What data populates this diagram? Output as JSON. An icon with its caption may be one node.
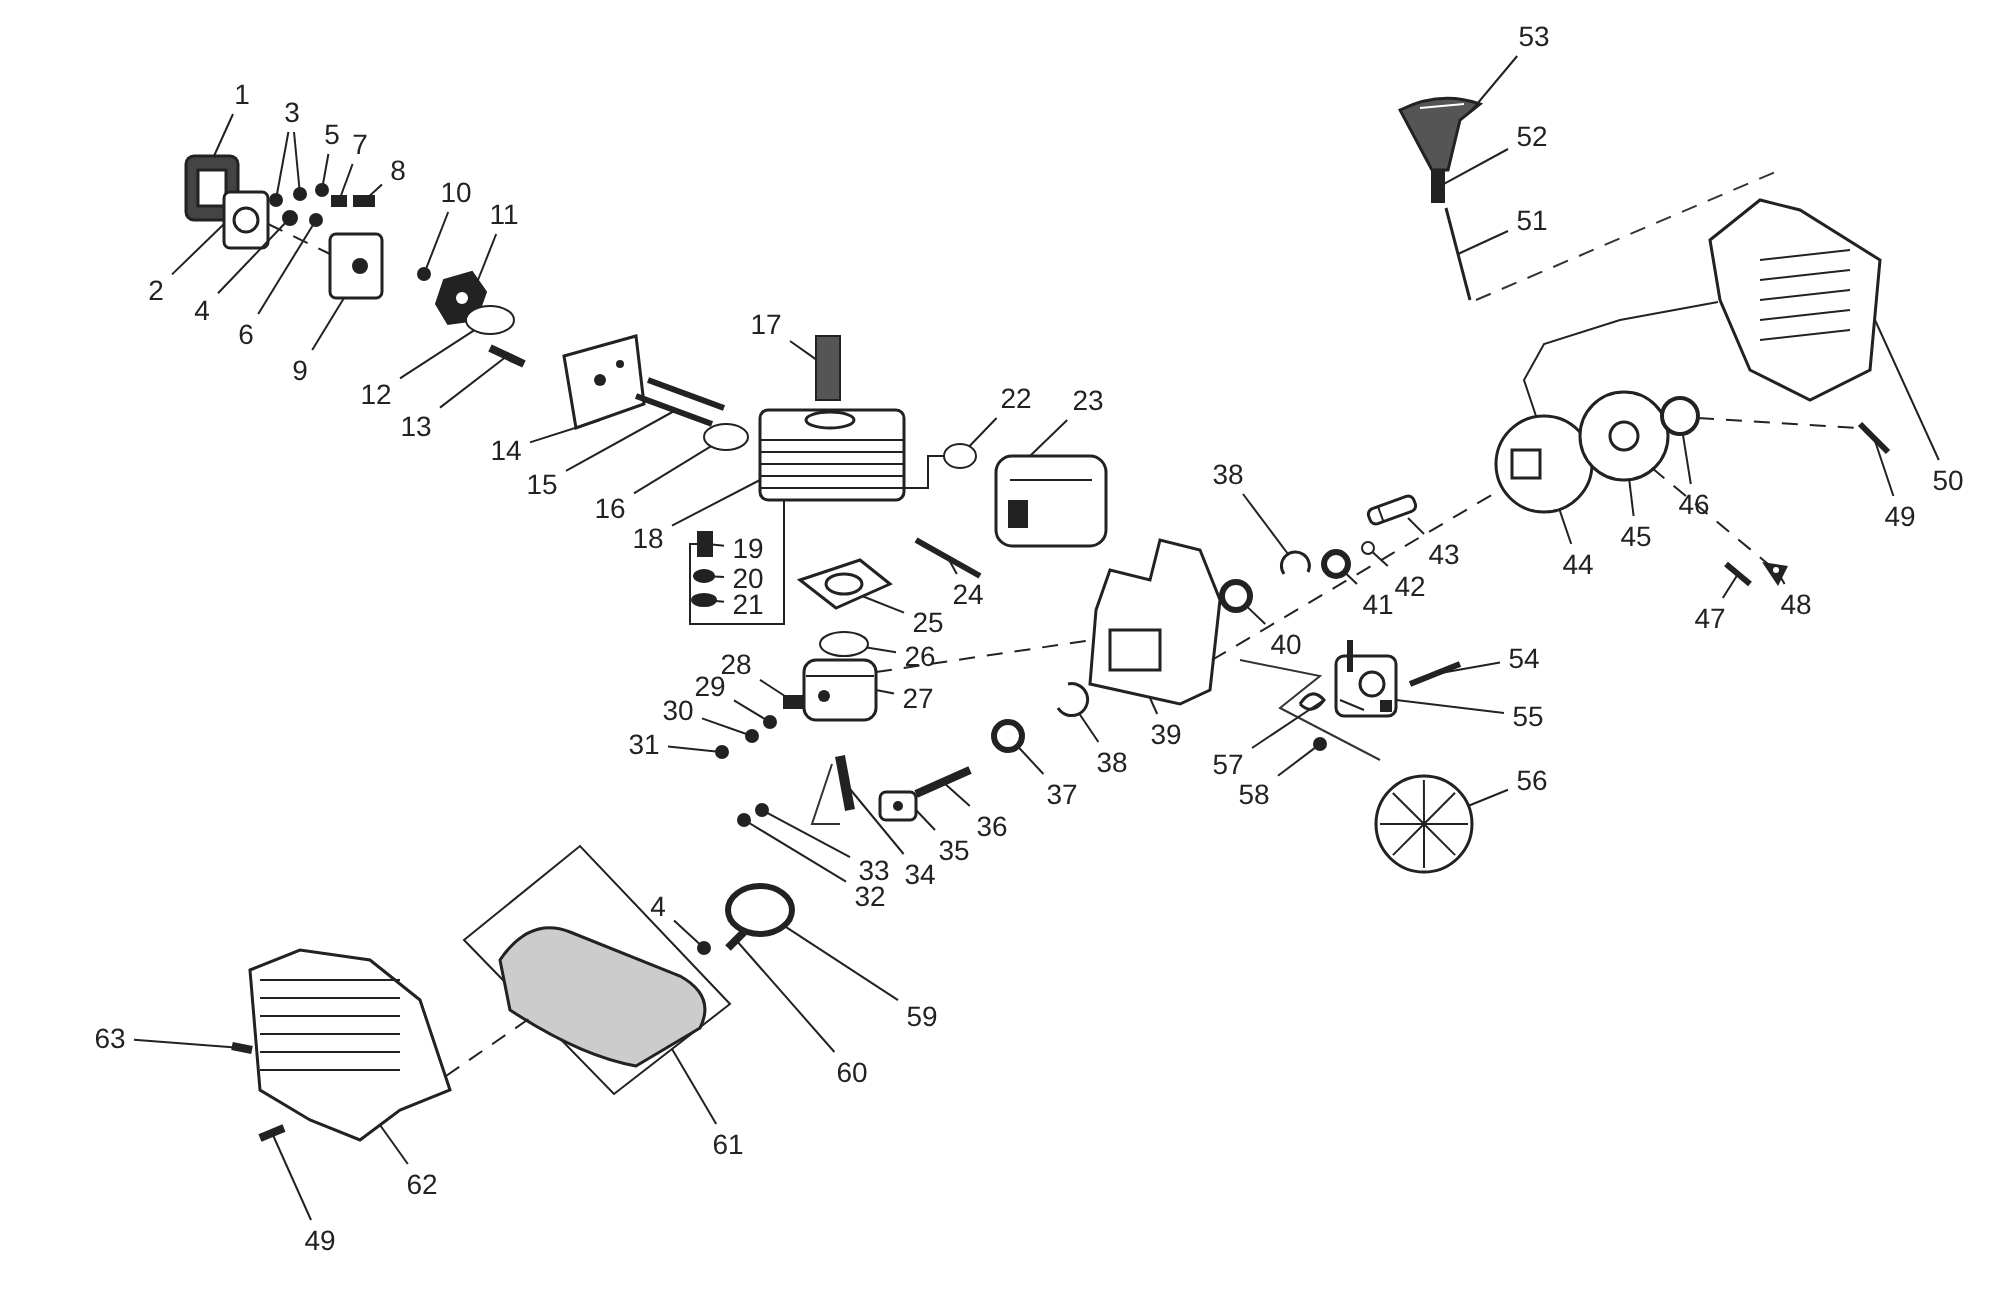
{
  "diagram": {
    "nodes": [
      {
        "text": [
          "1"
        ]
      },
      {
        "text": [
          "2"
        ]
      },
      {
        "text": [
          "3"
        ]
      },
      {
        "text": [
          "4"
        ]
      },
      {
        "text": [
          "5"
        ]
      },
      {
        "text": [
          "6"
        ]
      },
      {
        "text": [
          "7"
        ]
      },
      {
        "text": [
          "8"
        ]
      },
      {
        "text": [
          "9"
        ]
      },
      {
        "text": [
          "10"
        ]
      },
      {
        "text": [
          "11"
        ]
      },
      {
        "text": [
          "12"
        ]
      },
      {
        "text": [
          "13"
        ]
      },
      {
        "text": [
          "14"
        ]
      },
      {
        "text": [
          "15"
        ]
      },
      {
        "text": [
          "16"
        ]
      },
      {
        "text": [
          "17"
        ]
      },
      {
        "text": [
          "18"
        ]
      },
      {
        "text": [
          "19"
        ]
      },
      {
        "text": [
          "20"
        ]
      },
      {
        "text": [
          "21"
        ]
      },
      {
        "text": [
          "22"
        ]
      },
      {
        "text": [
          "23"
        ]
      },
      {
        "text": [
          "24"
        ]
      },
      {
        "text": [
          "25"
        ]
      },
      {
        "text": [
          "26"
        ]
      },
      {
        "text": [
          "27"
        ]
      },
      {
        "text": [
          "28"
        ]
      },
      {
        "text": [
          "29"
        ]
      },
      {
        "text": [
          "30"
        ]
      },
      {
        "text": [
          "31"
        ]
      },
      {
        "text": [
          "32"
        ]
      },
      {
        "text": [
          "33"
        ]
      },
      {
        "text": [
          "34"
        ]
      },
      {
        "text": [
          "35"
        ]
      },
      {
        "text": [
          "36"
        ]
      },
      {
        "text": [
          "37"
        ]
      },
      {
        "text": [
          "38"
        ]
      },
      {
        "text": [
          "39"
        ]
      },
      {
        "text": [
          "40"
        ]
      },
      {
        "text": [
          "38"
        ]
      },
      {
        "text": [
          "41"
        ]
      },
      {
        "text": [
          "42"
        ]
      },
      {
        "text": [
          "43"
        ]
      },
      {
        "text": [
          "44"
        ]
      },
      {
        "text": [
          "45"
        ]
      },
      {
        "text": [
          "46"
        ]
      },
      {
        "text": [
          "47"
        ]
      },
      {
        "text": [
          "48"
        ]
      },
      {
        "text": [
          "49"
        ]
      },
      {
        "text": [
          "50"
        ]
      },
      {
        "text": [
          "51"
        ]
      },
      {
        "text": [
          "52"
        ]
      },
      {
        "text": [
          "53"
        ]
      },
      {
        "text": [
          "54"
        ]
      },
      {
        "text": [
          "55"
        ]
      },
      {
        "text": [
          "56"
        ]
      },
      {
        "text": [
          "57"
        ]
      },
      {
        "text": [
          "58"
        ]
      },
      {
        "text": [
          "4"
        ]
      },
      {
        "text": [
          "59"
        ]
      },
      {
        "text": [
          "60"
        ]
      },
      {
        "text": [
          "61"
        ]
      },
      {
        "text": [
          "62"
        ]
      },
      {
        "text": [
          "63"
        ]
      },
      {
        "text": [
          "49"
        ]
      },
      {
        "text": [],
        "shape": "picture"
      },
      {
        "text": [],
        "shape": "picture"
      },
      {
        "text": [],
        "shape": "circle"
      },
      {
        "text": [],
        "shape": "circle"
      },
      {
        "text": [],
        "shape": "circle"
      },
      {
        "text": [],
        "shape": "circle"
      },
      {
        "text": [],
        "shape": "circle"
      },
      {
        "text": [],
        "shape": "box"
      },
      {
        "text": [],
        "shape": "box"
      },
      {
        "text": [],
        "shape": "picture"
      },
      {
        "text": [],
        "shape": "circle"
      },
      {
        "text": [],
        "shape": "picture"
      },
      {
        "text": [],
        "shape": "circle"
      },
      {
        "text": [],
        "shape": "bar"
      },
      {
        "text": [],
        "shape": "picture"
      },
      {
        "text": [],
        "shape": "picture"
      },
      {
        "text": [],
        "shape": "circle"
      },
      {
        "text": [],
        "shape": "box"
      },
      {
        "text": [],
        "shape": "picture"
      },
      {
        "text": [],
        "shape": "box"
      },
      {
        "text": [],
        "shape": "circle"
      },
      {
        "text": [],
        "shape": "circle"
      },
      {
        "text": [],
        "shape": "circle"
      },
      {
        "text": [],
        "shape": "picture"
      },
      {
        "text": [],
        "shape": "bar"
      },
      {
        "text": [],
        "shape": "picture"
      },
      {
        "text": [],
        "shape": "circle"
      },
      {
        "text": [],
        "shape": "picture"
      },
      {
        "text": [],
        "shape": "box"
      },
      {
        "text": [],
        "shape": "circle"
      },
      {
        "text": [],
        "shape": "circle"
      },
      {
        "text": [],
        "shape": "circle"
      },
      {
        "text": [],
        "shape": "circle"
      },
      {
        "text": [],
        "shape": "circle"
      },
      {
        "text": [],
        "shape": "bar"
      },
      {
        "text": [],
        "shape": "picture"
      },
      {
        "text": [],
        "shape": "bar"
      },
      {
        "text": [],
        "shape": "circle"
      },
      {
        "text": [],
        "shape": "picture"
      },
      {
        "text": [],
        "shape": "picture"
      },
      {
        "text": [],
        "shape": "circle"
      },
      {
        "text": [],
        "shape": "picture"
      },
      {
        "text": [],
        "shape": "circle"
      },
      {
        "text": [],
        "shape": "circle"
      },
      {
        "text": [],
        "shape": "picture"
      },
      {
        "text": [],
        "shape": "picture"
      },
      {
        "text": [],
        "shape": "picture"
      },
      {
        "text": [],
        "shape": "circle"
      },
      {
        "text": [],
        "shape": "bar"
      },
      {
        "text": [],
        "shape": "picture"
      },
      {
        "text": [],
        "shape": "bar"
      },
      {
        "text": [],
        "shape": "picture"
      },
      {
        "text": [],
        "shape": "bar"
      },
      {
        "text": [],
        "shape": "box"
      },
      {
        "text": [],
        "shape": "picture"
      },
      {
        "text": [],
        "shape": "bar"
      },
      {
        "text": [],
        "shape": "picture"
      },
      {
        "text": [],
        "shape": "picture"
      },
      {
        "text": [],
        "shape": "picture"
      },
      {
        "text": [],
        "shape": "circle"
      },
      {
        "text": [],
        "shape": "circle"
      },
      {
        "text": [],
        "shape": "circle"
      },
      {
        "text": [],
        "shape": "bar"
      },
      {
        "text": [],
        "shape": "picture"
      },
      {
        "text": [],
        "shape": "picture"
      },
      {
        "text": [],
        "shape": "bar"
      },
      {
        "text": [],
        "shape": "bar"
      }
    ],
    "edges": [
      {
        "from": 0,
        "to": 66,
        "arrow": "none"
      },
      {
        "from": 1,
        "to": 67,
        "arrow": "none"
      },
      {
        "from": 2,
        "to": 68,
        "arrow": "none"
      },
      {
        "from": 2,
        "to": 69,
        "arrow": "none"
      },
      {
        "from": 3,
        "to": 70,
        "arrow": "none"
      },
      {
        "from": 4,
        "to": 71,
        "arrow": "none"
      },
      {
        "from": 5,
        "to": 72,
        "arrow": "none"
      },
      {
        "from": 6,
        "to": 73,
        "arrow": "none"
      },
      {
        "from": 7,
        "to": 74,
        "arrow": "none"
      },
      {
        "from": 8,
        "to": 75,
        "arrow": "none"
      },
      {
        "from": 9,
        "to": 76,
        "arrow": "none"
      },
      {
        "from": 10,
        "to": 77,
        "arrow": "none"
      },
      {
        "from": 11,
        "to": 78,
        "arrow": "none"
      },
      {
        "from": 12,
        "to": 79,
        "arrow": "none"
      },
      {
        "from": 13,
        "to": 80,
        "arrow": "none"
      },
      {
        "from": 14,
        "to": 81,
        "arrow": "none"
      },
      {
        "from": 15,
        "to": 82,
        "arrow": "none"
      },
      {
        "from": 16,
        "to": 83,
        "arrow": "none"
      },
      {
        "from": 17,
        "to": 84,
        "arrow": "none"
      },
      {
        "from": 18,
        "to": 85,
        "arrow": "none"
      },
      {
        "from": 19,
        "to": 86,
        "arrow": "none"
      },
      {
        "from": 20,
        "to": 87,
        "arrow": "none"
      },
      {
        "from": 21,
        "to": 88,
        "arrow": "none"
      },
      {
        "from": 22,
        "to": 89,
        "arrow": "none"
      },
      {
        "from": 23,
        "to": 90,
        "arrow": "none"
      },
      {
        "from": 24,
        "to": 91,
        "arrow": "none"
      },
      {
        "from": 25,
        "to": 92,
        "arrow": "none"
      },
      {
        "from": 26,
        "to": 93,
        "arrow": "none"
      },
      {
        "from": 27,
        "to": 94,
        "arrow": "none"
      },
      {
        "from": 28,
        "to": 95,
        "arrow": "none"
      },
      {
        "from": 29,
        "to": 96,
        "arrow": "none"
      },
      {
        "from": 30,
        "to": 97,
        "arrow": "none"
      },
      {
        "from": 31,
        "to": 98,
        "arrow": "none"
      },
      {
        "from": 32,
        "to": 99,
        "arrow": "none"
      },
      {
        "from": 33,
        "to": 100,
        "arrow": "none"
      },
      {
        "from": 34,
        "to": 101,
        "arrow": "none"
      },
      {
        "from": 35,
        "to": 102,
        "arrow": "none"
      },
      {
        "from": 36,
        "to": 103,
        "arrow": "none"
      },
      {
        "from": 37,
        "to": 104,
        "arrow": "none"
      },
      {
        "from": 38,
        "to": 105,
        "arrow": "none"
      },
      {
        "from": 39,
        "to": 106,
        "arrow": "none"
      },
      {
        "from": 40,
        "to": 107,
        "arrow": "none"
      },
      {
        "from": 41,
        "to": 108,
        "arrow": "none"
      },
      {
        "from": 42,
        "to": 109,
        "arrow": "none"
      },
      {
        "from": 43,
        "to": 110,
        "arrow": "none"
      },
      {
        "from": 44,
        "to": 111,
        "arrow": "none"
      },
      {
        "from": 45,
        "to": 112,
        "arrow": "none"
      },
      {
        "from": 46,
        "to": 113,
        "arrow": "none"
      },
      {
        "from": 47,
        "to": 114,
        "arrow": "none"
      },
      {
        "from": 48,
        "to": 115,
        "arrow": "none"
      },
      {
        "from": 49,
        "to": 116,
        "arrow": "none"
      },
      {
        "from": 50,
        "to": 117,
        "arrow": "none"
      },
      {
        "from": 51,
        "to": 118,
        "arrow": "none"
      },
      {
        "from": 52,
        "to": 119,
        "arrow": "none"
      },
      {
        "from": 53,
        "to": 120,
        "arrow": "none"
      },
      {
        "from": 54,
        "to": 121,
        "arrow": "none"
      },
      {
        "from": 55,
        "to": 122,
        "arrow": "none"
      },
      {
        "from": 56,
        "to": 123,
        "arrow": "none"
      },
      {
        "from": 57,
        "to": 124,
        "arrow": "none"
      },
      {
        "from": 58,
        "to": 125,
        "arrow": "none"
      },
      {
        "from": 59,
        "to": 126,
        "arrow": "none"
      },
      {
        "from": 60,
        "to": 127,
        "arrow": "none"
      },
      {
        "from": 61,
        "to": 128,
        "arrow": "none"
      },
      {
        "from": 62,
        "to": 129,
        "arrow": "none"
      },
      {
        "from": 63,
        "to": 130,
        "arrow": "none"
      },
      {
        "from": 64,
        "to": 131,
        "arrow": "none"
      },
      {
        "from": 65,
        "to": 132,
        "arrow": "none"
      },
      {
        "from": 67,
        "to": 75,
        "arrow": "none",
        "style": "dashed"
      },
      {
        "from": 93,
        "to": 105,
        "arrow": "none",
        "style": "dashed"
      },
      {
        "from": 113,
        "to": 116,
        "arrow": "none",
        "style": "dashed"
      },
      {
        "from": 112,
        "to": 115,
        "arrow": "none",
        "style": "dashed"
      },
      {
        "from": 130,
        "to": 129,
        "arrow": "none",
        "style": "dashed"
      },
      {
        "from": 84,
        "to": 85,
        "arrow": "none"
      },
      {
        "from": 105,
        "to": 111,
        "arrow": "none",
        "style": "dashed"
      },
      {
        "from": 111,
        "to": 117,
        "arrow": "none"
      },
      {
        "from": 84,
        "to": 88,
        "arrow": "none"
      }
    ]
  }
}
